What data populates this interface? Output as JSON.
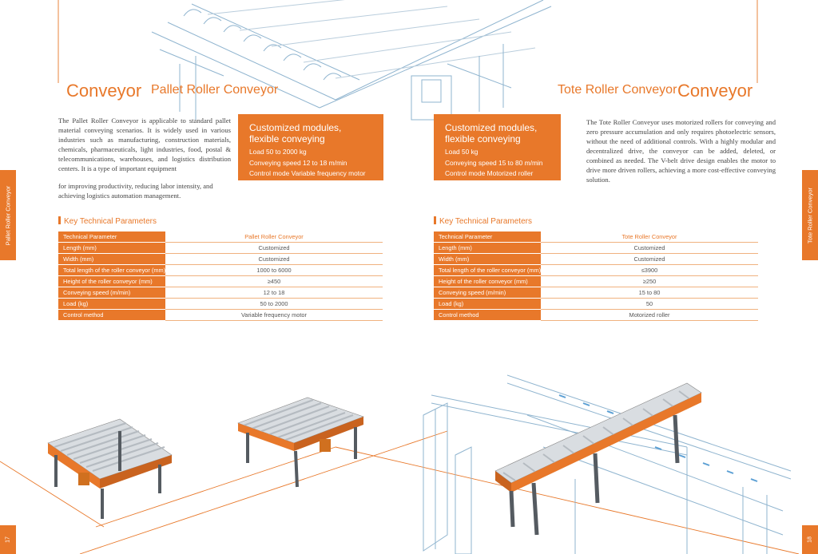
{
  "left": {
    "heading_big": "Conveyor",
    "heading_sub": "Pallet Roller Conveyor",
    "description": "The Pallet Roller Conveyor is applicable to standard pallet material conveying scenarios. It is widely used in various industries such as manufacturing, construction materials, chemicals, pharmaceuticals, light industries, food, postal & telecommunications, warehouses, and logistics distribution centers. It is a type of important equipment",
    "description_2": "for improving productivity, reducing labor intensity, and achieving logistics automation management.",
    "box": {
      "title_1": "Customized modules,",
      "title_2": "flexible conveying",
      "rows": [
        "Load 50 to 2000 kg",
        "Conveying speed 12 to 18 m/min",
        "Control mode Variable frequency motor"
      ]
    },
    "params_title": "Key Technical Parameters",
    "table": [
      {
        "k": "Technical Parameter",
        "v": "Pallet Roller Conveyor"
      },
      {
        "k": "Length (mm)",
        "v": "Customized"
      },
      {
        "k": "Width (mm)",
        "v": "Customized"
      },
      {
        "k": "Total length of the roller conveyor (mm)",
        "v": "1000 to 6000"
      },
      {
        "k": "Height of the roller conveyor (mm)",
        "v": "≥450"
      },
      {
        "k": "Conveying speed (m/min)",
        "v": "12 to 18"
      },
      {
        "k": "Load (kg)",
        "v": "50 to 2000"
      },
      {
        "k": "Control method",
        "v": "Variable frequency motor"
      }
    ],
    "side_tab": "Pallet Roller Conveyor",
    "page_number": "17"
  },
  "right": {
    "heading_big": "Conveyor",
    "heading_sub": "Tote Roller Conveyor",
    "description": "The Tote Roller Conveyor uses motorized rollers for conveying and zero pressure accumulation and only requires photoelectric sensors, without the need of additional controls. With a highly modular and decentralized drive, the conveyor can be added, deleted, or combined as needed. The V-belt drive design enables the motor to drive more driven rollers, achieving a more cost-effective conveying solution.",
    "box": {
      "title_1": "Customized modules,",
      "title_2": "flexible conveying",
      "rows": [
        "Load 50 kg",
        "Conveying speed 15 to 80 m/min",
        "Control mode Motorized roller"
      ]
    },
    "params_title": "Key Technical Parameters",
    "table": [
      {
        "k": "Technical Parameter",
        "v": "Tote Roller Conveyor"
      },
      {
        "k": "Length (mm)",
        "v": "Customized"
      },
      {
        "k": "Width (mm)",
        "v": "Customized"
      },
      {
        "k": "Total length of the roller conveyor (mm)",
        "v": "≤3900"
      },
      {
        "k": "Height of the roller conveyor (mm)",
        "v": "≥250"
      },
      {
        "k": "Conveying speed (m/min)",
        "v": "15 to 80"
      },
      {
        "k": "Load (kg)",
        "v": "50"
      },
      {
        "k": "Control method",
        "v": "Motorized roller"
      }
    ],
    "side_tab": "Tote Roller Conveyor",
    "page_number": "18"
  },
  "colors": {
    "accent": "#e8782a",
    "line_art": "#8fb4cf",
    "roller": "#c9cdd2",
    "frame": "#555b61"
  },
  "icons": [
    "pallet-roller-conveyor-illustration",
    "tote-roller-conveyor-illustration",
    "line-art-conveyor-illustration"
  ]
}
